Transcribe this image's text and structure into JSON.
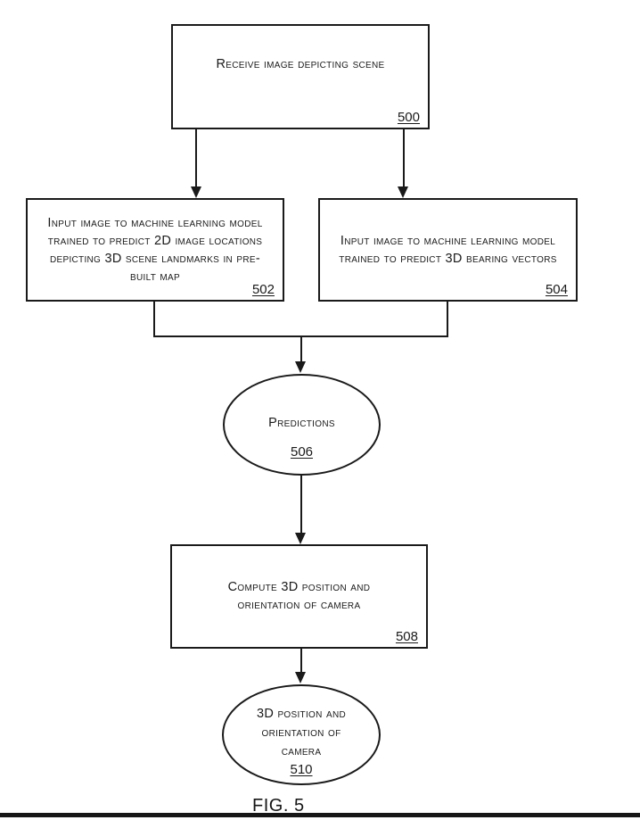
{
  "caption": "FIG. 5",
  "colors": {
    "ink": "#1a1a1a",
    "background": "#ffffff"
  },
  "nodes": {
    "receive": {
      "shape": "rectangle",
      "label": "Receive image depicting scene",
      "ref": "500"
    },
    "input_landmarks": {
      "shape": "rectangle",
      "label": "Input image to machine learning model trained to predict 2D image locations depicting 3D scene landmarks in pre-built map",
      "ref": "502"
    },
    "input_bearings": {
      "shape": "rectangle",
      "label": "Input image to machine learning model trained to predict 3D bearing vectors",
      "ref": "504"
    },
    "predictions": {
      "shape": "ellipse",
      "label": "Predictions",
      "ref": "506"
    },
    "compute_pose": {
      "shape": "rectangle",
      "label": "Compute 3D position and orientation of camera",
      "ref": "508"
    },
    "output_pose": {
      "shape": "ellipse",
      "label": "3D position and orientation of camera",
      "ref": "510"
    }
  },
  "edges": [
    {
      "from": "500",
      "to": "502"
    },
    {
      "from": "500",
      "to": "504"
    },
    {
      "from": "502",
      "to": "506"
    },
    {
      "from": "504",
      "to": "506"
    },
    {
      "from": "506",
      "to": "508"
    },
    {
      "from": "508",
      "to": "510"
    }
  ]
}
